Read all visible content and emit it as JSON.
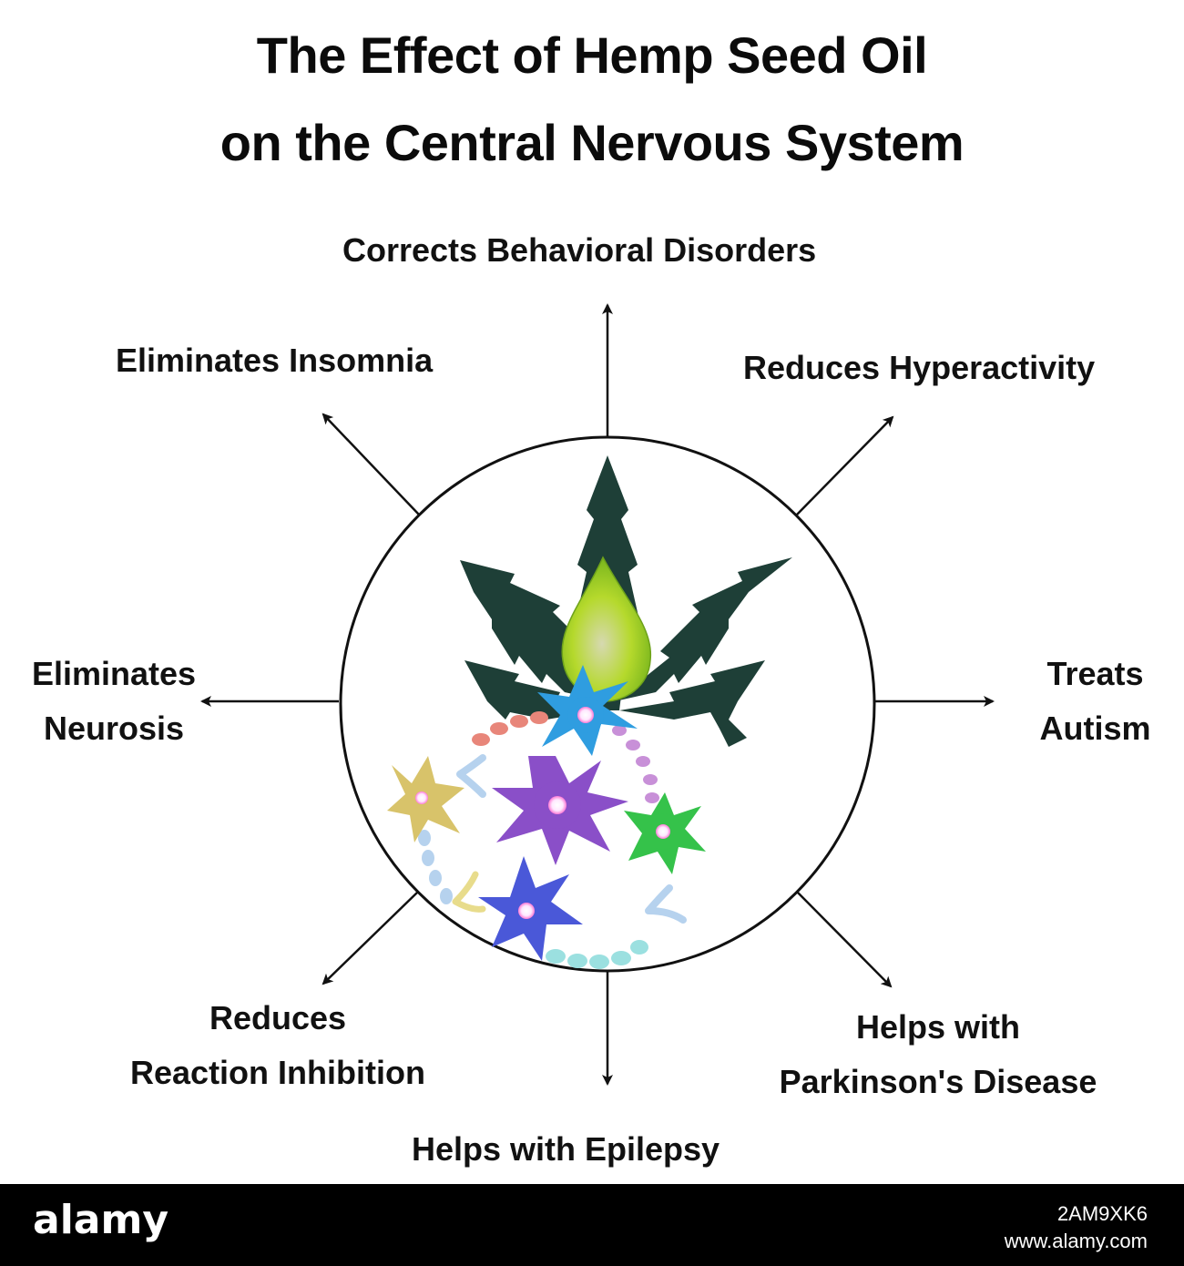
{
  "title": {
    "line1": "The Effect of Hemp Seed Oil",
    "line2": "on the Central Nervous System"
  },
  "effects": {
    "top": "Corrects Behavioral Disorders",
    "top_left": "Eliminates Insomnia",
    "top_right": "Reduces Hyperactivity",
    "left": [
      "Eliminates",
      "Neurosis"
    ],
    "right": [
      "Treats",
      "Autism"
    ],
    "bottom_left": [
      "Reduces",
      "Reaction Inhibition"
    ],
    "bottom_right": [
      "Helps with",
      "Parkinson's Disease"
    ],
    "bottom": "Helps with Epilepsy"
  },
  "footer": {
    "brand": "alamy",
    "image_code": "2AM9XK6",
    "site": "www.alamy.com"
  },
  "colors": {
    "leaf": "#1e3f37",
    "oil_drop": "#b5d92c",
    "neuron_blue": "#2f9de0",
    "neuron_purple": "#8a4fc8",
    "neuron_green": "#35c24a",
    "neuron_yellow": "#d8c36a",
    "neuron_indigo": "#4a58d8",
    "axon_red": "#e8867a",
    "axon_pink": "#c890d8",
    "axon_teal": "#9be0e0"
  }
}
